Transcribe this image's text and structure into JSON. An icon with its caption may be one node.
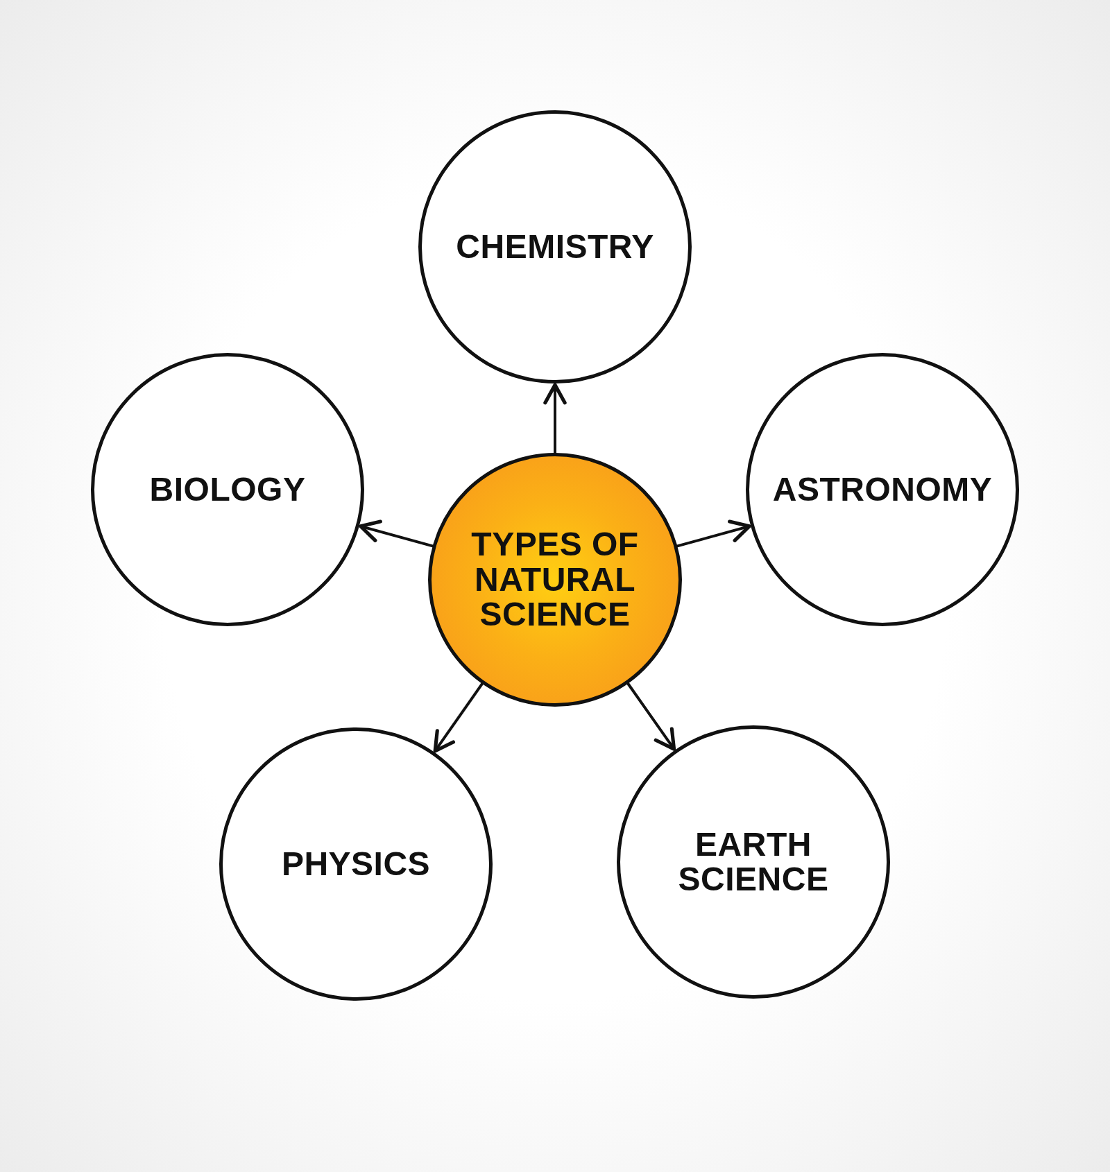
{
  "diagram": {
    "nodes": [
      {
        "text": [
          "TYPES OF NATURAL SCIENCE"
        ]
      },
      {
        "text": [
          "CHEMISTRY"
        ]
      },
      {
        "text": [
          "BIOLOGY"
        ]
      },
      {
        "text": [
          "ASTRONOMY"
        ]
      },
      {
        "text": [
          "PHYSICS"
        ]
      },
      {
        "text": [
          "EARTH SCIENCE"
        ]
      }
    ],
    "edges": [
      {
        "from": 0,
        "to": 1,
        "arrow": "to"
      },
      {
        "from": 0,
        "to": 2,
        "arrow": "to"
      },
      {
        "from": 0,
        "to": 3,
        "arrow": "to"
      },
      {
        "from": 0,
        "to": 4,
        "arrow": "to"
      },
      {
        "from": 0,
        "to": 5,
        "arrow": "to"
      }
    ]
  }
}
